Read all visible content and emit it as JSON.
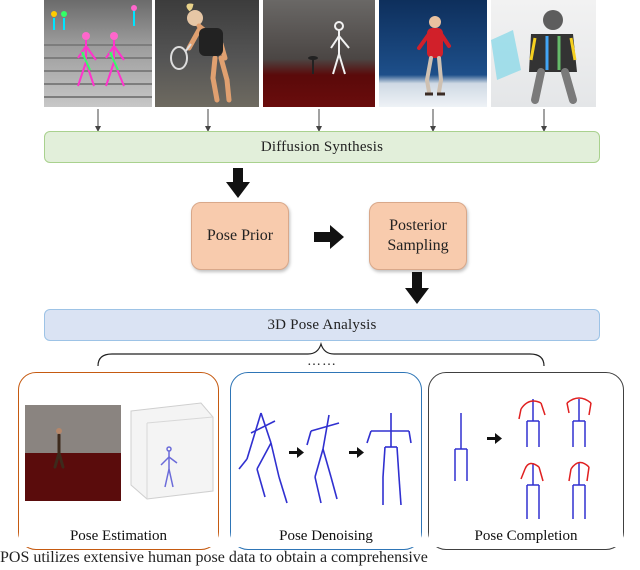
{
  "diagram": {
    "photos": [
      {
        "name": "crowd-stairs-photo"
      },
      {
        "name": "tennis-player-photo"
      },
      {
        "name": "studio-skeleton-photo"
      },
      {
        "name": "figure-skater-photo"
      },
      {
        "name": "synthetic-person-photo"
      }
    ],
    "diffusion_label": "Diffusion Synthesis",
    "pose_prior_label": "Pose Prior",
    "posterior_label_line1": "Posterior",
    "posterior_label_line2": "Sampling",
    "analysis_label": "3D Pose Analysis",
    "ellipsis": "……",
    "panels": [
      {
        "label": "Pose Estimation",
        "border": "#c55a11"
      },
      {
        "label": "Pose Denoising",
        "border": "#2e75b6"
      },
      {
        "label": "Pose Completion",
        "border": "#404040"
      }
    ],
    "caption_fragment": "POS utilizes extensive human pose data to obtain a comprehensive"
  }
}
